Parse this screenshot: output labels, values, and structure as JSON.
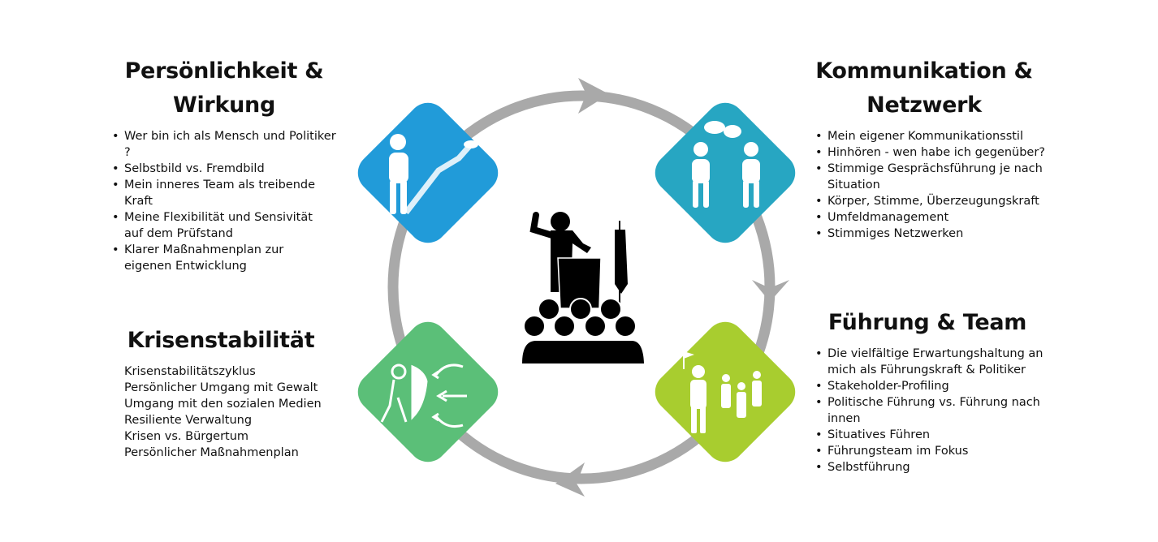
{
  "sections": {
    "persoenlichkeit": {
      "title_line1": "Persönlichkeit &",
      "title_line2": "Wirkung",
      "color": "#219bd9",
      "items": [
        "Wer bin ich als Mensch und Politiker ?",
        "Selbstbild vs. Fremdbild",
        "Mein inneres Team als treibende Kraft",
        "Meine Flexibilität und Sensivität auf dem Prüfstand",
        "Klarer Maßnahmenplan zur eigenen Entwicklung"
      ]
    },
    "kommunikation": {
      "title_line1": "Kommunikation &",
      "title_line2": "Netzwerk",
      "color": "#27a6c2",
      "items": [
        "Mein eigener Kommunikationsstil",
        "Hinhören - wen habe ich gegenüber?",
        "Stimmige Gesprächsführung je nach Situation",
        "Körper, Stimme, Überzeugungskraft",
        "Umfeldmanagement",
        "Stimmiges Netzwerken"
      ]
    },
    "fuehrung": {
      "title": "Führung & Team",
      "color": "#a8cd2f",
      "items": [
        "Die vielfältige Erwartungshaltung an mich als Führungskraft & Politiker",
        "Stakeholder-Profiling",
        "Politische Führung vs. Führung nach innen",
        "Situatives Führen",
        "Führungsteam im Fokus",
        "Selbstführung"
      ]
    },
    "krise": {
      "title": "Krisenstabilität",
      "color": "#5bbf78",
      "items": [
        "Krisenstabilitätszyklus",
        "Persönlicher Umgang mit Gewalt",
        "Umgang mit den sozialen Medien",
        "Resiliente Verwaltung",
        "Krisen vs. Bürgertum",
        "Persönlicher Maßnahmenplan"
      ]
    }
  },
  "cycle_color": "#a9a9a9"
}
